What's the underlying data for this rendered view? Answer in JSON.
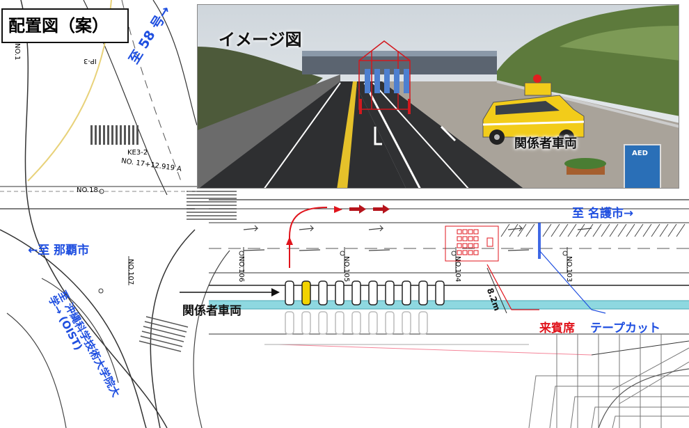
{
  "title": "配置図（案）",
  "image_title": "イメージ図",
  "image_car_label": "関係者車両",
  "aed_label": "AED",
  "directions": {
    "route58": "至 58 号→",
    "nago": "至 名護市→",
    "naha": "←至 那覇市",
    "oist": "至 沖縄科学技術大学院大学→ (OIST)"
  },
  "labels": {
    "vehicles": "関係者車両",
    "guest_seats": "来賓席",
    "tape_cut": "テープカット",
    "distance": "8.2m"
  },
  "stations": {
    "no106": "NO.106",
    "no105": "NO.105",
    "no104": "NO.104",
    "no103": "NO.103",
    "no107": "NO.107",
    "no18": "NO.18",
    "ke": "KE3-2",
    "no17": "NO.  17+12.919 A",
    "ip3": "IP-3",
    "no1": "NO.1"
  },
  "colors": {
    "accent_blue": "#1f4fe0",
    "accent_red": "#e0141c",
    "road_line": "#1c1c1c",
    "bridge": "#8ed8e0"
  }
}
